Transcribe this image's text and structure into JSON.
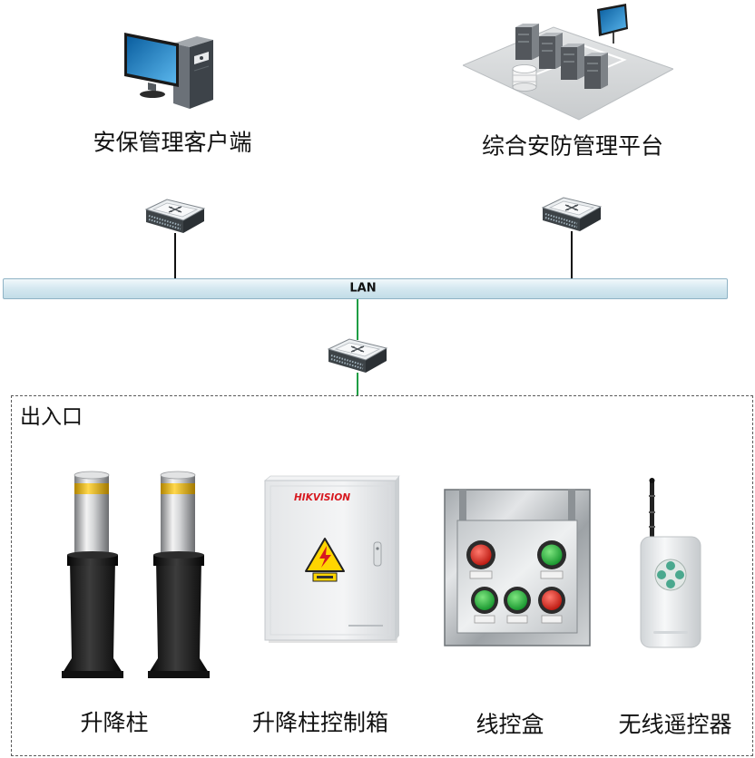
{
  "client": {
    "label": "安保管理客户端",
    "icon": "computer-icon"
  },
  "platform": {
    "label": "综合安防管理平台",
    "icon": "server-cluster-icon"
  },
  "network": {
    "lan_label": "LAN",
    "switch_icon": "network-switch-icon"
  },
  "zone": {
    "label": "出入口"
  },
  "devices": [
    {
      "label": "升降柱",
      "icon": "bollard-icon"
    },
    {
      "label": "升降柱控制箱",
      "icon": "control-cabinet-icon",
      "brand": "HIKVISION"
    },
    {
      "label": "线控盒",
      "icon": "wired-control-box-icon"
    },
    {
      "label": "无线遥控器",
      "icon": "wireless-remote-icon"
    }
  ],
  "colors": {
    "uplink_line": "#111111",
    "downlink_line": "#1f9e44",
    "lan_bar": "#d6e9f1",
    "zone_border": "#5a5a5a",
    "brand_red": "#d71920",
    "warning_yellow": "#ffd500"
  }
}
